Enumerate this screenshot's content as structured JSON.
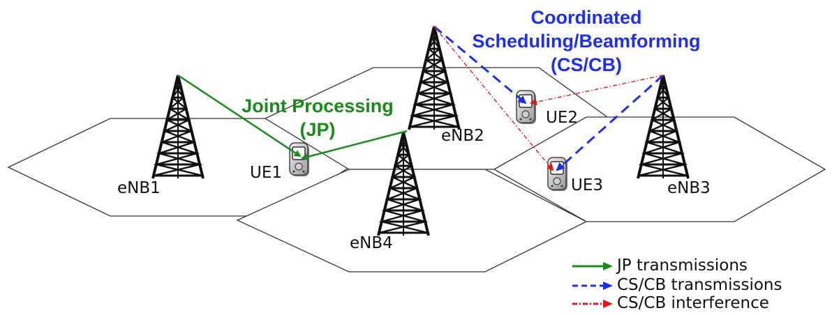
{
  "annotations": {
    "cscb_title": [
      "Coordinated",
      "Scheduling/Beamforming",
      "(CS/CB)"
    ],
    "jp_title": [
      "Joint Processing",
      "(JP)"
    ]
  },
  "nodes": {
    "enb1": "eNB1",
    "enb2": "eNB2",
    "enb3": "eNB3",
    "enb4": "eNB4",
    "ue1": "UE1",
    "ue2": "UE2",
    "ue3": "UE3"
  },
  "legend": [
    {
      "label": "JP transmissions",
      "color": "#1a8a1a",
      "style": "solid"
    },
    {
      "label": "CS/CB transmissions",
      "color": "#1f2fe8",
      "style": "dashed"
    },
    {
      "label": "CS/CB interference",
      "color": "#e8141a",
      "style": "dash-dot"
    }
  ],
  "colors": {
    "jp": "#1a8a1a",
    "cscb": "#1f2fe8",
    "interference": "#e8141a",
    "tower": "#111111",
    "cell_outline": "#333333"
  }
}
